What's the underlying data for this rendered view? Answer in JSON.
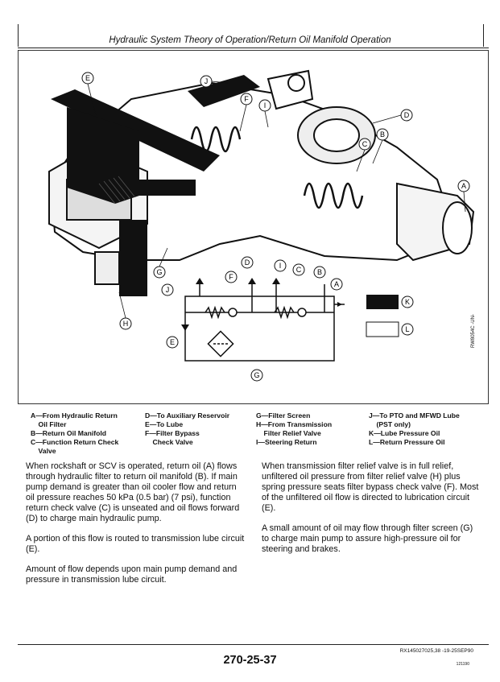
{
  "header": {
    "title": "Hydraulic System Theory of Operation/Return Oil Manifold Operation"
  },
  "figure": {
    "callouts": [
      "A",
      "B",
      "C",
      "D",
      "E",
      "F",
      "G",
      "H",
      "I",
      "J"
    ],
    "symbol_legend": {
      "k_label": "K",
      "l_label": "L"
    },
    "side_code": "RW8054C   -UN-"
  },
  "legend": {
    "col1": [
      "A—From Hydraulic Return",
      "    Oil Filter",
      "B—Return Oil Manifold",
      "C—Function Return Check",
      "    Valve"
    ],
    "col2": [
      "D—To Auxiliary Reservoir",
      "E—To Lube",
      "F—Filter Bypass",
      "    Check Valve"
    ],
    "col3": [
      "G—Filter Screen",
      "H—From Transmission",
      "    Filter Relief Valve",
      "I—Steering Return"
    ],
    "col4": [
      "J—To PTO and MFWD Lube",
      "    (PST only)",
      "K—Lube Pressure Oil",
      "L—Return Pressure Oil"
    ]
  },
  "body": {
    "left": [
      "When rockshaft or SCV is operated, return oil (A) flows through hydraulic filter to return oil manifold (B). If main pump demand is greater than oil cooler flow and return oil pressure reaches 50 kPa (0.5 bar) (7 psi), function return check valve (C) is unseated and oil flows forward (D) to charge main hydraulic pump.",
      "A portion of this flow is routed to transmission lube circuit (E).",
      "Amount of flow depends upon main pump demand and pressure in transmission lube circuit."
    ],
    "right": [
      "When transmission filter relief valve is in full relief, unfiltered oil pressure from filter relief valve (H) plus spring pressure seats filter bypass check valve (F). Most of the unfiltered oil flow is directed to lubrication circuit (E).",
      "A small amount of oil may flow through filter screen (G) to charge main pump to assure high-pressure oil for steering and brakes."
    ]
  },
  "footer": {
    "ref": "RX145027025,38 -19-25SEP90",
    "page_number": "270-25-37",
    "small_code": "121190"
  }
}
